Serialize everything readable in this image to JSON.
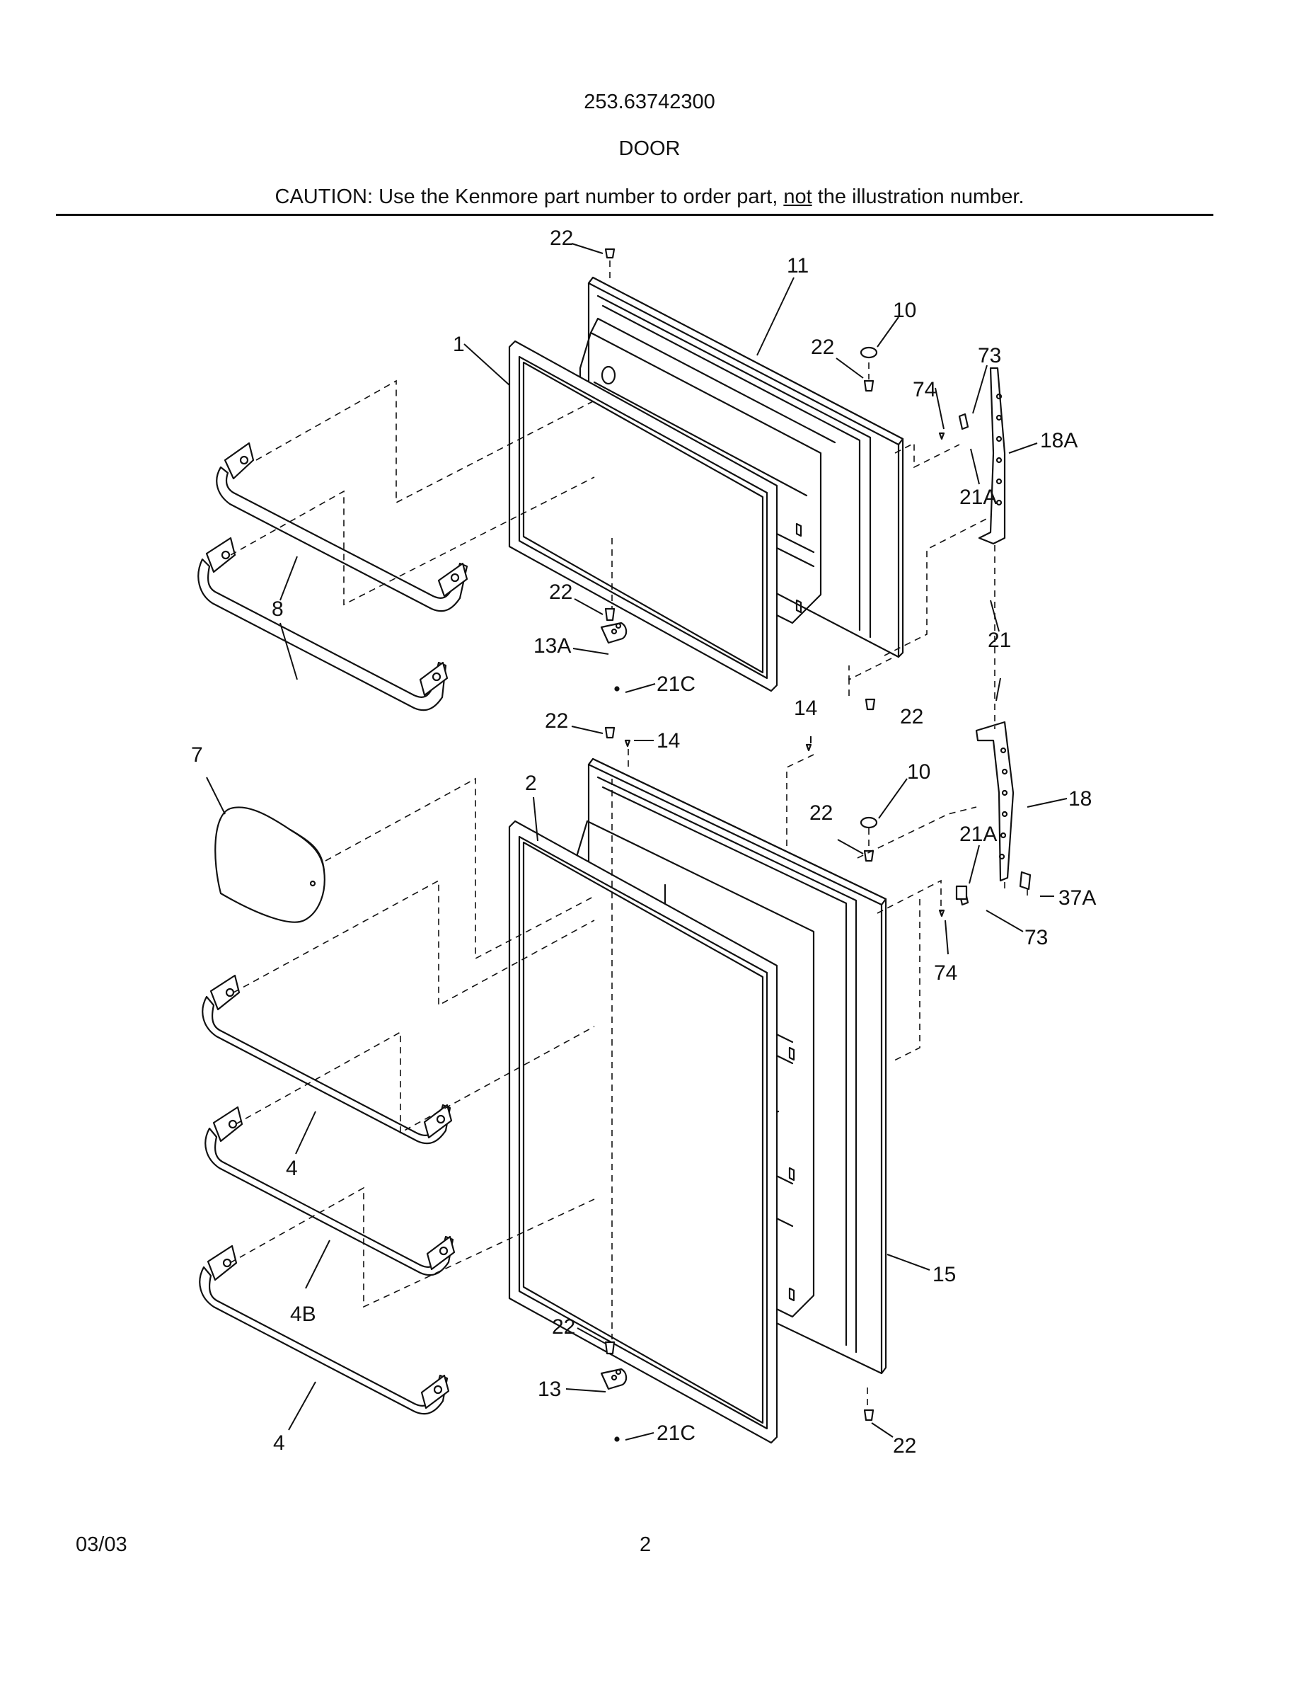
{
  "header": {
    "model_number": "253.63742300",
    "section_title": "DOOR",
    "caution_prefix": "CAUTION: Use the Kenmore part number to order part, ",
    "caution_emphasis": "not",
    "caution_suffix": " the illustration number."
  },
  "callouts": {
    "c22a": "22",
    "c11": "11",
    "c10a": "10",
    "c22b": "22",
    "c1": "1",
    "c73a": "73",
    "c74a": "74",
    "c18a": "18A",
    "c21a1": "21A",
    "c8": "8",
    "c22c": "22",
    "c13a": "13A",
    "c21c1": "21C",
    "c21": "21",
    "c14a": "14",
    "c22d": "22",
    "c22e": "22",
    "c14b": "14",
    "c7": "7",
    "c2": "2",
    "c10b": "10",
    "c22f": "22",
    "c18": "18",
    "c21a2": "21A",
    "c37a": "37A",
    "c73b": "73",
    "c74b": "74",
    "c4a": "4",
    "c4b": "4B",
    "c15": "15",
    "c22g": "22",
    "c13": "13",
    "c21c2": "21C",
    "c22h": "22",
    "c4c": "4"
  },
  "footer": {
    "date": "03/03",
    "page_number": "2"
  }
}
